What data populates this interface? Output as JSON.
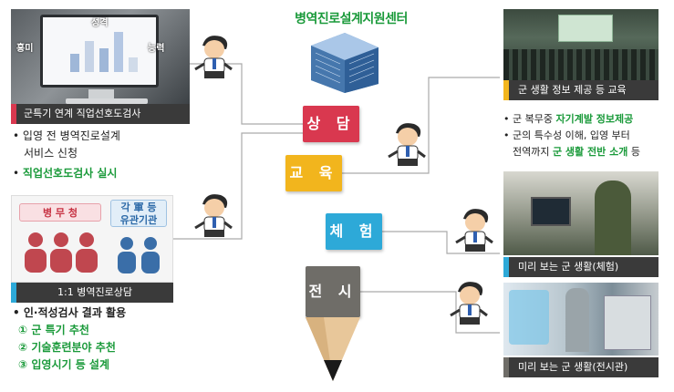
{
  "center": {
    "title": "병역진로설계지원센터"
  },
  "pencil": {
    "segments": [
      {
        "label": "상 담",
        "color": "#d9384f"
      },
      {
        "label": "교 육",
        "color": "#f2b51d"
      },
      {
        "label": "체 험",
        "color": "#2da9d8"
      },
      {
        "label": "전 시",
        "color": "#6f6d68"
      }
    ]
  },
  "left_top": {
    "screen_words": [
      "성격",
      "흥미",
      "능력"
    ],
    "caption": "군특기 연계 직업선호도검사",
    "bullets": [
      {
        "text": "입영 전 병역진로설계",
        "style": "normal",
        "marker": "•"
      },
      {
        "text": "서비스 신청",
        "style": "normal",
        "marker": ""
      },
      {
        "text": "직업선호도검사 실시",
        "style": "green",
        "marker": "•"
      }
    ]
  },
  "left_bottom": {
    "tag_left": "병 무 청",
    "tag_right": "각 軍 등\n유관기관",
    "caption": "1:1 병역진로상담",
    "heading": "인·적성검사 결과 활용",
    "items": [
      {
        "num": "①",
        "text": "군 특기 추천"
      },
      {
        "num": "②",
        "text": "기술훈련분야 추천"
      },
      {
        "num": "③",
        "text": "입영시기 등 설계"
      }
    ]
  },
  "right": {
    "panels": [
      {
        "caption": "군 생활 정보 제공 등 교육",
        "accent": "#f2b51d"
      },
      {
        "caption": "미리 보는 군 생활(체험)",
        "accent": "#2da9d8"
      },
      {
        "caption": "미리 보는 군 생활(전시관)",
        "accent": "#6f6d68"
      }
    ],
    "edu_line1_prefix": "군 복무중 ",
    "edu_line1_green": "자기계발 정보제공",
    "edu_line2": "군의 특수성 이해, 입영 부터",
    "edu_line3_prefix": "전역까지 ",
    "edu_line3_green": "군 생활 전반 소개",
    "edu_line3_suffix": " 등"
  },
  "colors": {
    "green": "#1a9a3a",
    "red": "#d9384f",
    "yellow": "#f2b51d",
    "blue": "#2da9d8",
    "gray": "#6f6d68"
  }
}
